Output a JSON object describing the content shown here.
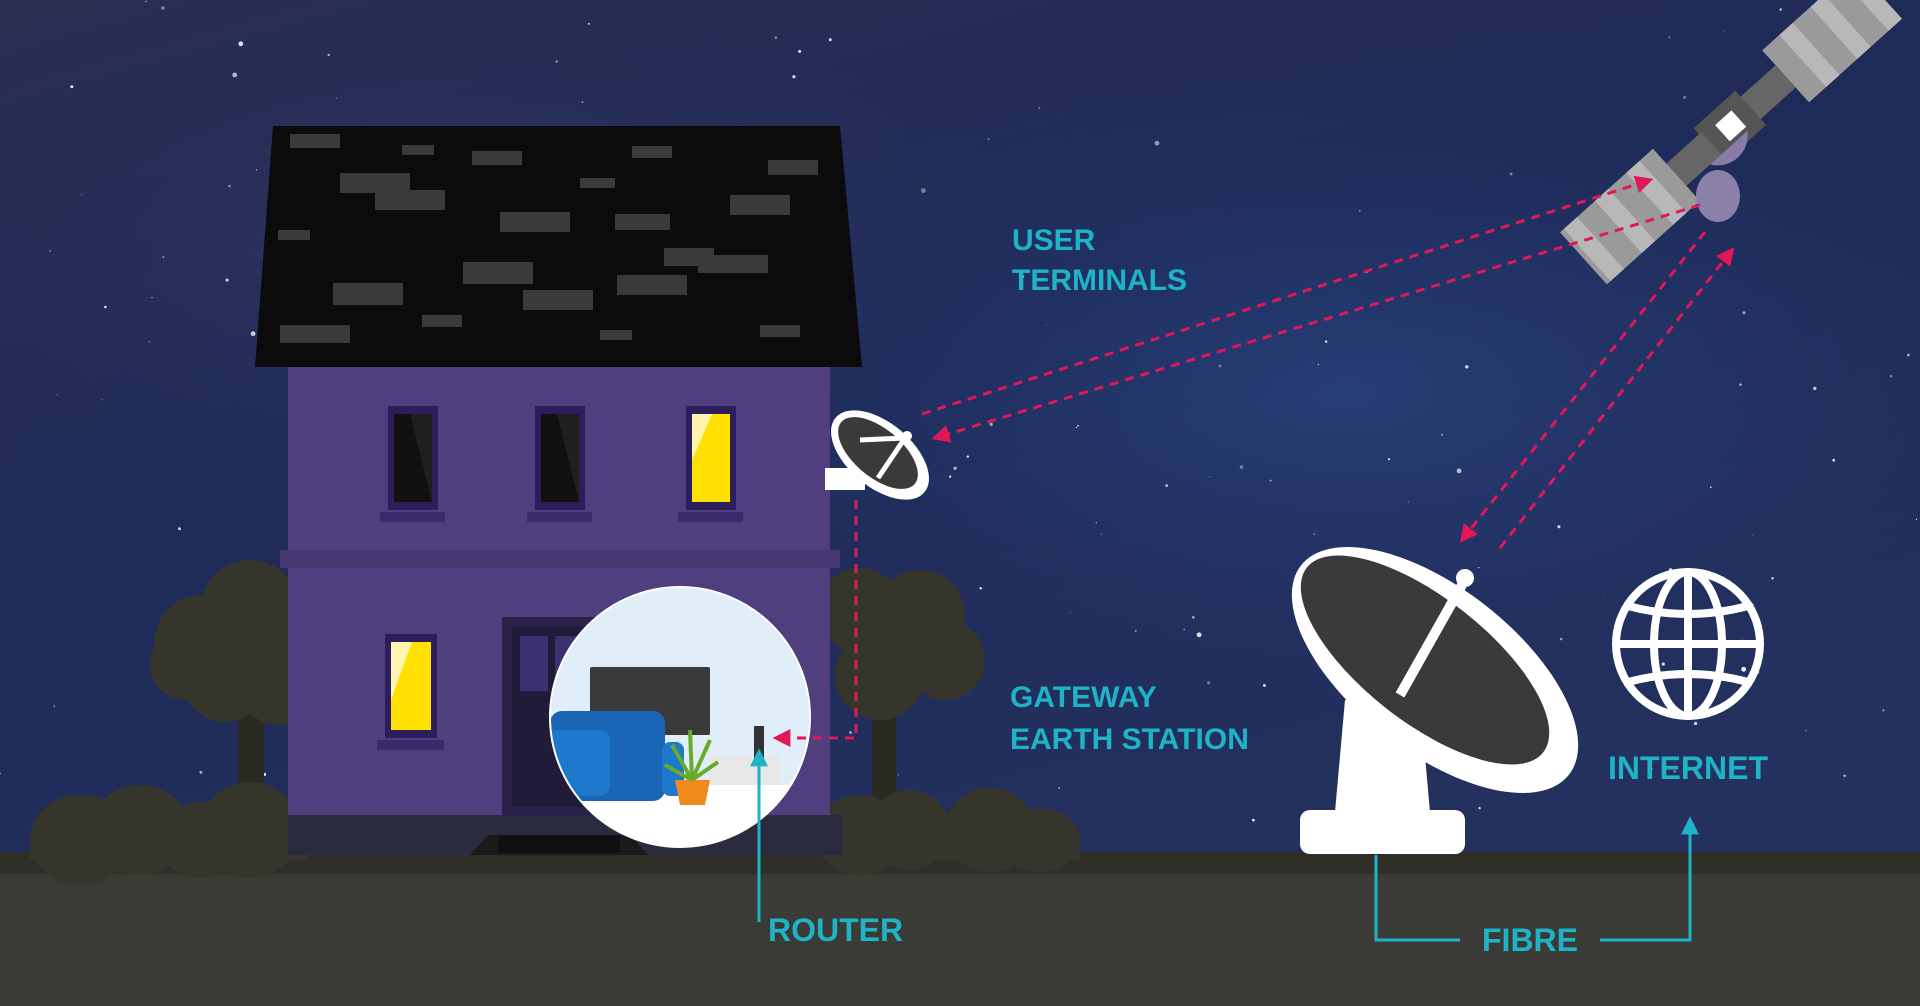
{
  "labels": {
    "user_terminals": [
      "USER",
      "TERMINALS"
    ],
    "gateway": [
      "GATEWAY",
      "EARTH STATION"
    ],
    "router": "ROUTER",
    "fibre": "FIBRE",
    "internet": "INTERNET"
  },
  "colors": {
    "sky_top": "#232c4e",
    "sky_bottom": "#1b2a5e",
    "label": "#1eb3c6",
    "signal": "#e0185a",
    "house_wall": "#4f3f7e",
    "roof": "#0b0b0b",
    "ground": "#3a3a36",
    "grass": "#2f2f28",
    "dish": "#ffffff",
    "window_lit": "#ffe000",
    "tree": "#35352b"
  },
  "icons": {
    "globe": "globe-icon",
    "router": "router-icon"
  }
}
